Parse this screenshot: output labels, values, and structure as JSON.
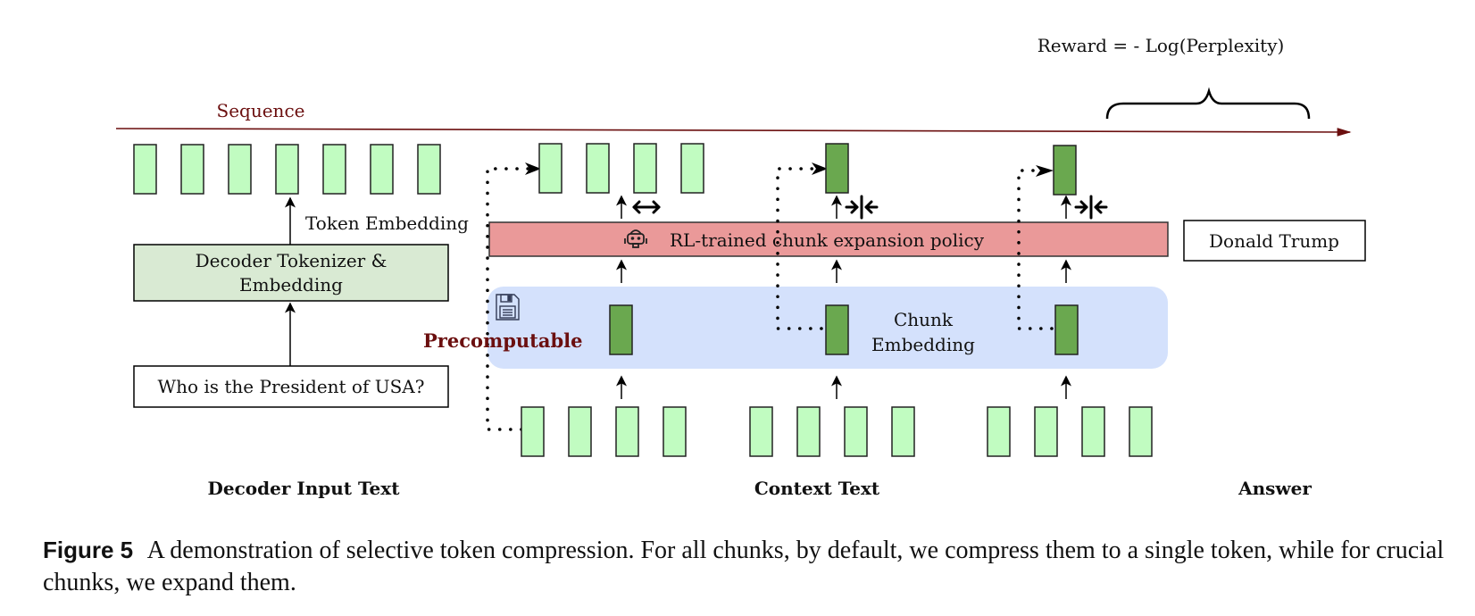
{
  "reward_label": "Reward = - Log(Perplexity)",
  "sequence_label": "Sequence",
  "token_embedding_label": "Token Embedding",
  "tokenizer_box": {
    "line1": "Decoder Tokenizer &",
    "line2": "Embedding"
  },
  "question_box": "Who is the President of USA?",
  "policy_label": "RL-trained chunk expansion policy",
  "answer_box": "Donald Trump",
  "precomputable_label": "Precomputable",
  "chunk_embedding_label": {
    "line1": "Chunk",
    "line2": "Embedding"
  },
  "section_labels": {
    "decoder_input": "Decoder Input Text",
    "context": "Context Text",
    "answer": "Answer"
  },
  "icons": {
    "policy": "robot-icon",
    "precompute": "floppy-disk-icon",
    "expand": "expand-arrows-icon",
    "compress": "compress-arrows-icon"
  },
  "chunks": [
    {
      "name": "chunk-1",
      "action": "expand",
      "output_tokens": 4,
      "input_tokens": 4
    },
    {
      "name": "chunk-2",
      "action": "compress",
      "output_tokens": 1,
      "input_tokens": 4
    },
    {
      "name": "chunk-3",
      "action": "compress",
      "output_tokens": 1,
      "input_tokens": 4
    }
  ],
  "decoder_tokens": 7,
  "colors": {
    "token_light": "#c1fcc1",
    "token_dark": "#6aa84f",
    "policy_bar": "#ea9999",
    "chunk_band": "#d4e1fc",
    "tokenizer_box": "#d9ead3",
    "accent_red": "#6b0f0f"
  },
  "caption": {
    "label": "Figure 5",
    "text": "A demonstration of selective token compression. For all chunks, by default, we compress them to a single token, while for crucial chunks, we expand them."
  }
}
